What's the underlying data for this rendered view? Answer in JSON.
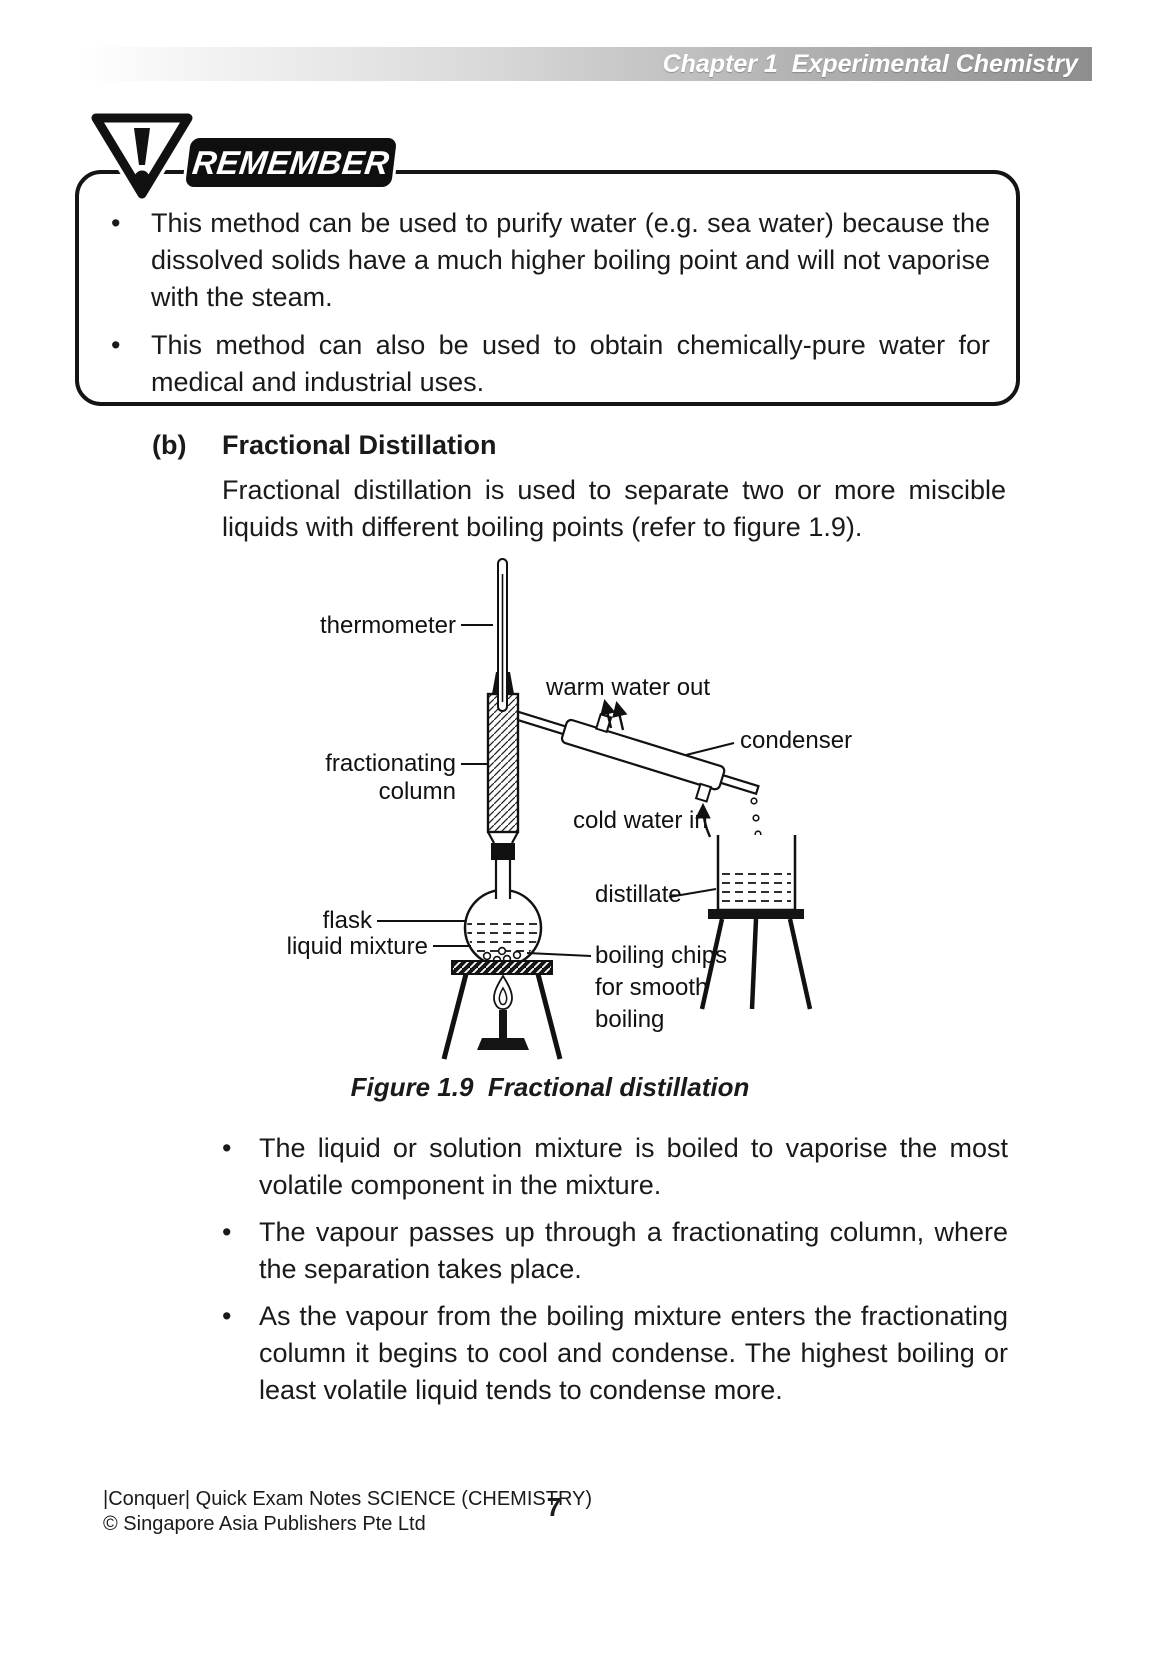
{
  "header": {
    "chapter": "Chapter 1  Experimental Chemistry"
  },
  "colors": {
    "text": "#1a1a1a",
    "banner_bg": "#0f0f0f",
    "header_gradient_end": "#8e8e8e"
  },
  "icons": {
    "warning": "exclamation-triangle-icon"
  },
  "remember_box": {
    "banner": "REMEMBER",
    "bullets": [
      "This method can be used to purify water (e.g. sea water) because the dissolved solids have a much higher boiling point and will not vaporise with the steam.",
      "This method can also be used to obtain chemically-pure water for medical and industrial uses."
    ]
  },
  "section": {
    "label": "(b)",
    "title": "Fractional Distillation",
    "intro": "Fractional distillation is used to separate two or more miscible liquids with different boiling points (refer to figure 1.9)."
  },
  "diagram": {
    "labels": {
      "thermometer": "thermometer",
      "warm_water_out": "warm water out",
      "condenser": "condenser",
      "fractionating_column": [
        "fractionating",
        "column"
      ],
      "cold_water_in": "cold water in",
      "distillate": "distillate",
      "flask": "flask",
      "liquid_mixture": "liquid mixture",
      "boiling_chips": [
        "boiling chips",
        "for smooth",
        "boiling"
      ]
    },
    "caption": "Figure 1.9  Fractional distillation"
  },
  "body_bullets": [
    "The liquid or solution mixture is boiled to vaporise the most volatile component in the mixture.",
    "The vapour passes up through a fractionating column, where the separation takes place.",
    "As the vapour from the boiling mixture enters the fractionating column it begins to cool and condense. The highest boiling or least volatile liquid tends to condense more."
  ],
  "footer": {
    "line1": "|Conquer| Quick Exam Notes SCIENCE (CHEMISTRY)",
    "line2": "© Singapore Asia Publishers Pte Ltd",
    "page_number": "7"
  }
}
